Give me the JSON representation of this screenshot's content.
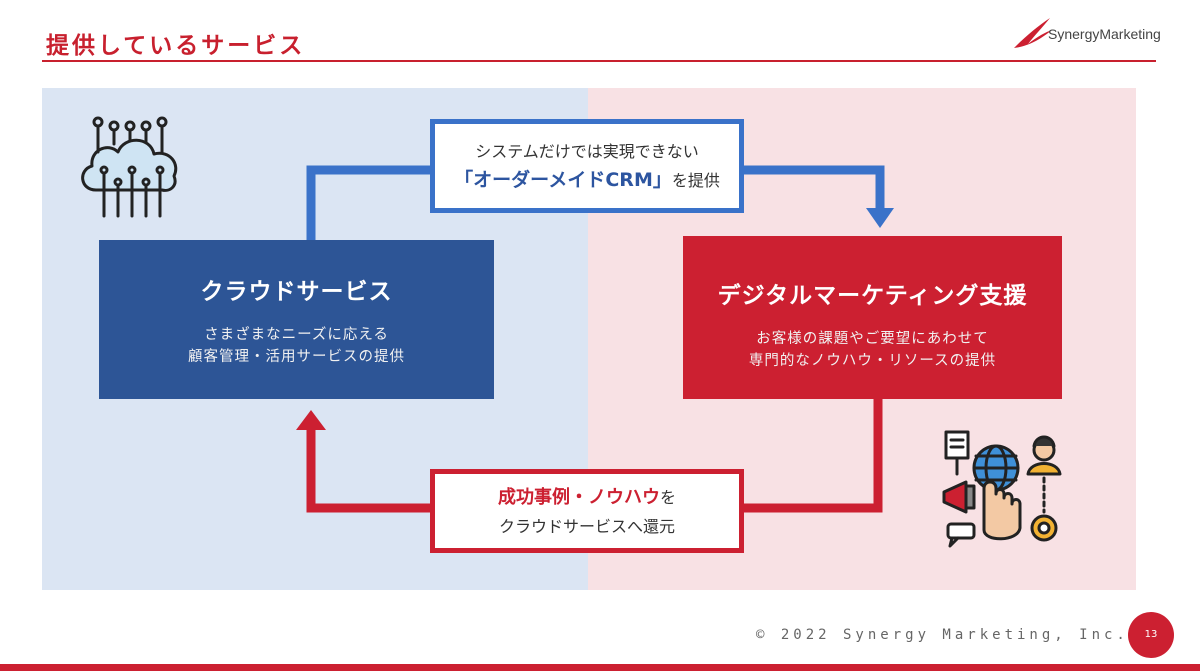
{
  "header": {
    "title": "提供しているサービス",
    "logo_text": "SynergyMarketing"
  },
  "colors": {
    "brand_red": "#cc2031",
    "brand_blue": "#2d5596",
    "left_panel_bg": "#dbe5f3",
    "right_panel_bg": "#f8e1e4"
  },
  "left_box": {
    "title": "クラウドサービス",
    "desc_line1": "さまざまなニーズに応える",
    "desc_line2": "顧客管理・活用サービスの提供"
  },
  "right_box": {
    "title": "デジタルマーケティング支援",
    "desc_line1": "お客様の課題やご要望にあわせて",
    "desc_line2": "専門的なノウハウ・リソースの提供"
  },
  "top_callout": {
    "line1": "システムだけでは実現できない",
    "highlight": "「オーダーメイドCRM」",
    "suffix": "を提供"
  },
  "bottom_callout": {
    "highlight": "成功事例・ノウハウ",
    "suffix": "を",
    "line2": "クラウドサービスへ還元"
  },
  "icons": {
    "left": "cloud-circuit-icon",
    "right": "digital-marketing-icon",
    "logo": "synergy-swoosh-icon"
  },
  "footer": {
    "copyright": "© 2022 Synergy Marketing, Inc.",
    "page_number": "13"
  }
}
